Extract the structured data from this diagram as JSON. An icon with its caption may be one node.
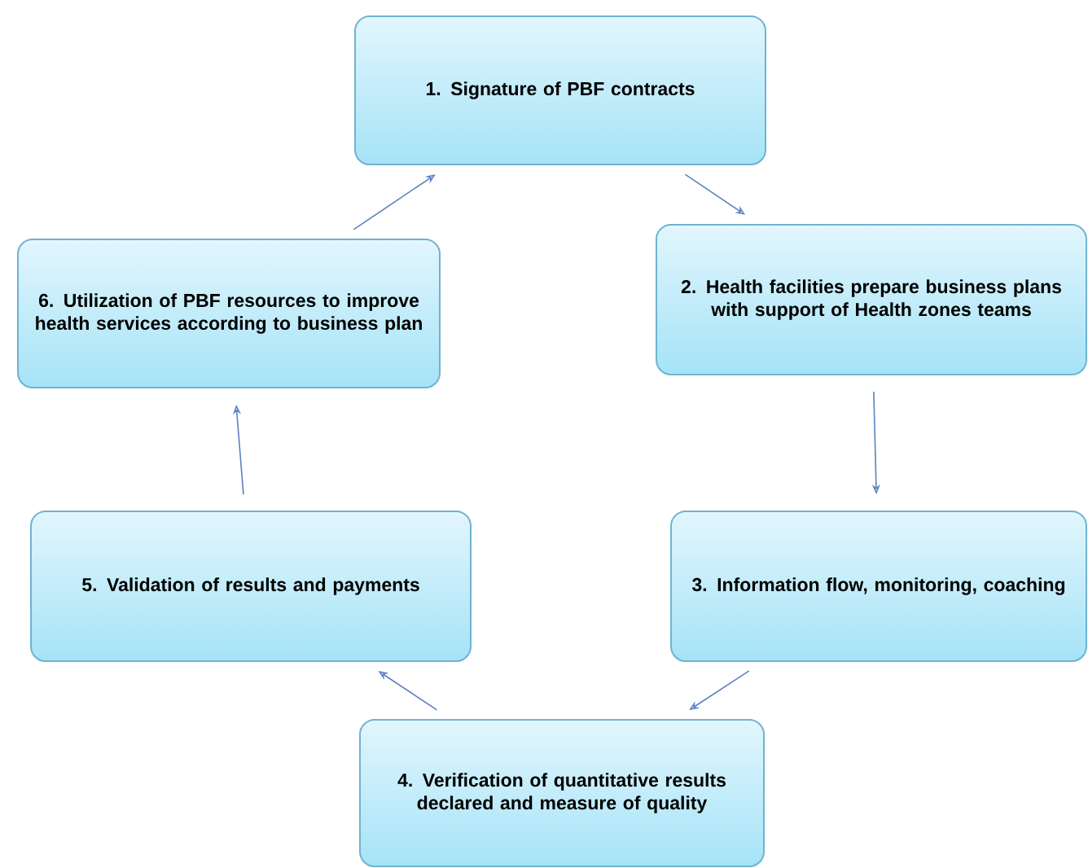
{
  "diagram": {
    "nodes": [
      {
        "text": [
          "1. Signature of PBF contracts"
        ]
      },
      {
        "text": [
          "2. Health facilities prepare business plans with support of Health zones teams"
        ]
      },
      {
        "text": [
          "3. Information flow, monitoring, coaching"
        ]
      },
      {
        "text": [
          "4. Verification of quantitative results declared and measure of quality"
        ]
      },
      {
        "text": [
          "5. Validation of results and payments"
        ]
      },
      {
        "text": [
          "6. Utilization of PBF resources to improve health services according to business plan"
        ]
      }
    ],
    "edges": [
      {
        "from": 0,
        "to": 1,
        "arrow": "to"
      },
      {
        "from": 1,
        "to": 2,
        "arrow": "to"
      },
      {
        "from": 2,
        "to": 3,
        "arrow": "to"
      },
      {
        "from": 3,
        "to": 4,
        "arrow": "to"
      },
      {
        "from": 4,
        "to": 5,
        "arrow": "to"
      },
      {
        "from": 5,
        "to": 0,
        "arrow": "to"
      }
    ]
  }
}
